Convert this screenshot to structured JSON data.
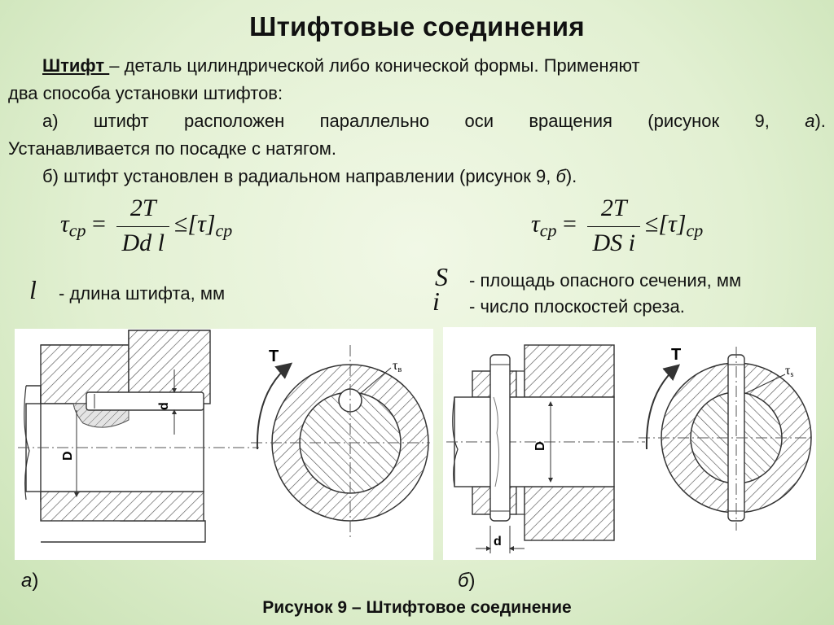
{
  "title": "Штифтовые соединения",
  "intro": {
    "term": "Штифт ",
    "text1": "– деталь цилиндрической либо конической формы. Применяют",
    "text2": "два способа установки штифтов:"
  },
  "item_a": {
    "words": [
      "а)",
      "штифт",
      "расположен",
      "параллельно",
      "оси",
      "вращения",
      "(рисунок",
      "9,"
    ],
    "letter": "а",
    "tail": ").",
    "line2": "Устанавливается по посадке с натягом."
  },
  "item_b": {
    "text": "б) штифт установлен в радиальном направлении (рисунок 9, ",
    "letter": "б",
    "tail": ")."
  },
  "formula_a": {
    "tau": "τ",
    "sub": "cp",
    "eq": " = ",
    "num": "2T",
    "den": "Dd l",
    "le": "≤",
    "bracket": "[τ]",
    "sub2": "cp"
  },
  "formula_b": {
    "tau": "τ",
    "sub": "cp",
    "eq": " = ",
    "num": "2T",
    "den": "DS i",
    "le": "≤",
    "bracket": "[τ]",
    "sub2": "cp"
  },
  "legend": {
    "l_symbol": "l",
    "l_desc": "- длина штифта, мм",
    "s_symbol": "S",
    "s_desc": "- площадь опасного сечения, мм",
    "i_symbol": "i",
    "i_desc": "- число плоскостей среза."
  },
  "figure_a": {
    "torque": "T",
    "d": "d",
    "D": "D",
    "tau": "τ",
    "tau_sub": "в"
  },
  "figure_b": {
    "torque": "T",
    "d": "d",
    "D": "D",
    "tau": "τ",
    "tau_sub": "s"
  },
  "caption_a": "а",
  "caption_a_paren": ")",
  "caption_b": "б",
  "caption_b_paren": ")",
  "caption": "Рисунок 9 – Штифтовое соединение"
}
